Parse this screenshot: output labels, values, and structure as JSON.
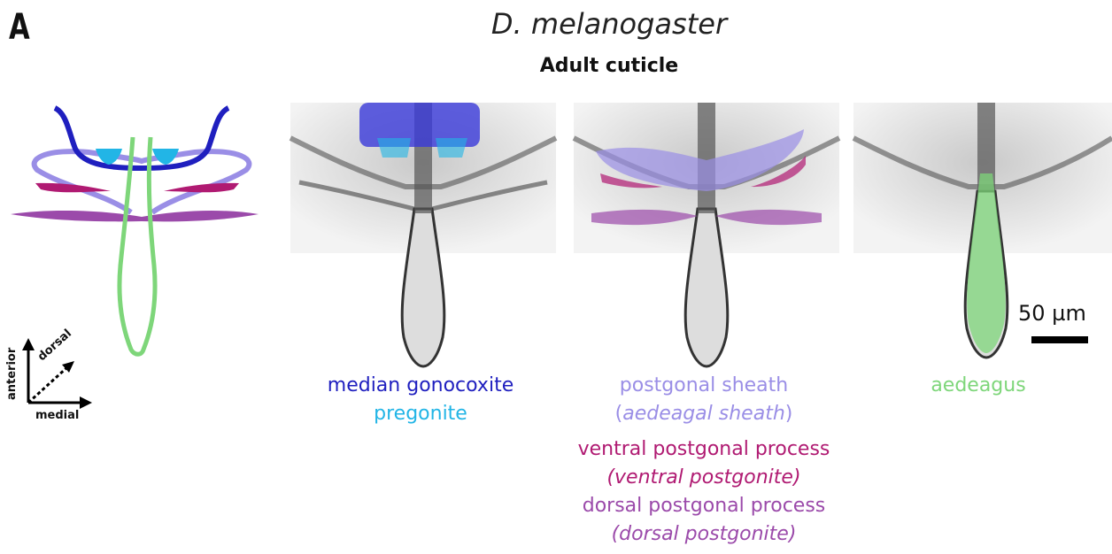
{
  "panel_label": "A",
  "title": "D. melanogaster",
  "subtitle": "Adult cuticle",
  "colors": {
    "median_gonocoxite": "#1f1fbf",
    "pregonite": "#22b5e6",
    "postgonal_sheath": "#9a8ee6",
    "ventral_postgonal_process": "#b01a72",
    "dorsal_postgonal_process": "#9b4aaa",
    "aedeagus": "#7ed67a"
  },
  "captions": {
    "panel1": {
      "line1": "median gonocoxite",
      "line2": "pregonite"
    },
    "panel2": {
      "line1": "postgonal sheath",
      "line2_open": "(",
      "line2_italic": "aedeagal sheath",
      "line2_close": ")",
      "line3": "ventral postgonal process",
      "line4": "(ventral postgonite)",
      "line5": "dorsal postgonal process",
      "line6": "(dorsal postgonite)"
    },
    "panel3": {
      "line1": "aedeagus"
    }
  },
  "scale_bar": "50 µm",
  "axes": {
    "anterior": "anterior",
    "dorsal": "dorsal",
    "medial": "medial"
  }
}
